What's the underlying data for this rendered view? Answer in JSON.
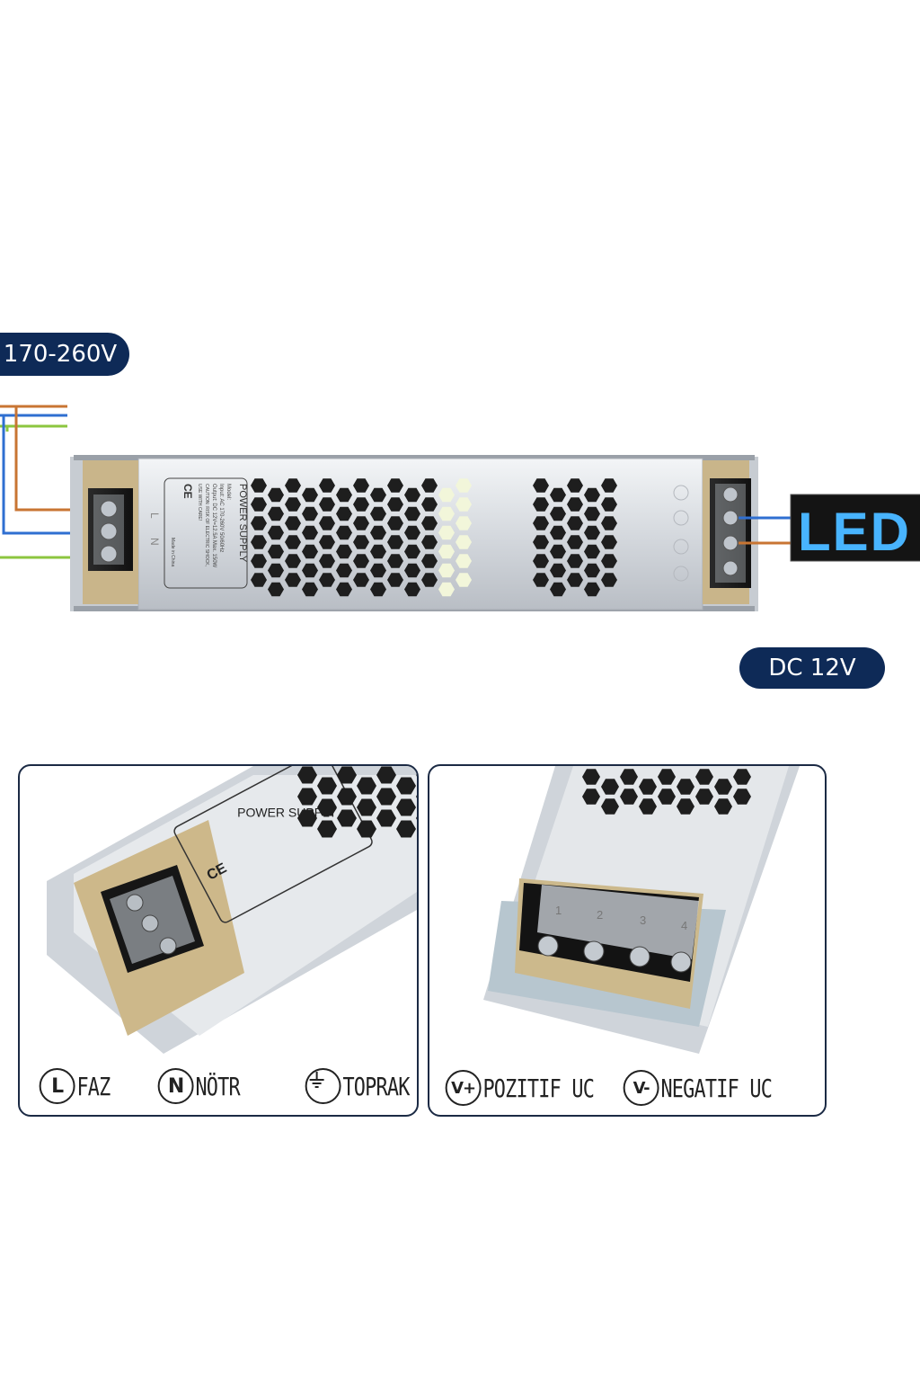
{
  "top": {
    "input_voltage": "170-260V",
    "output_voltage": "DC 12V",
    "led_sign": "LED"
  },
  "label_plate": {
    "title": "POWER SUPPLY",
    "line1": "Model:",
    "line2": "Input: AC 170-260V  50/60Hz",
    "line3": "Output: DC 12V=12.5A Max. 150W",
    "line4": "CAUTION: RISK OF ELECTRIC SHOCK,",
    "line5": "USE WITH CARE!",
    "made_in": "Made in China",
    "ce_mark": "CE"
  },
  "terminal_letters": [
    "L",
    "N"
  ],
  "output_terminal_numbers": [
    "1",
    "2",
    "3",
    "4"
  ],
  "legend": {
    "l_symbol": "L",
    "l_text": "FAZ",
    "n_symbol": "N",
    "n_text": "NÖTR",
    "ground_text": "TOPRAK",
    "vplus_symbol": "V+",
    "vplus_text": "POZITIF UC",
    "vminus_symbol": "V-",
    "vminus_text": "NEGATIF UC"
  },
  "colors": {
    "pill_navy": "#0e2a57",
    "wire_brown": "#c87533",
    "wire_blue": "#2f6fd1",
    "wire_green": "#8cc63f",
    "led_blue": "#48b4ff",
    "case_silver": "#d9dde2"
  }
}
